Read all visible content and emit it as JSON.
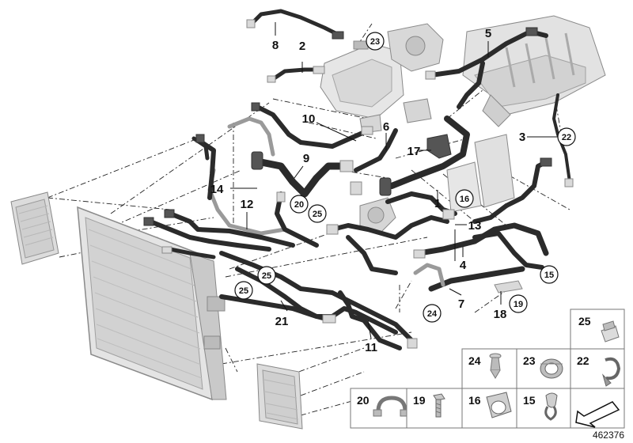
{
  "diagram_id": "462376",
  "callouts": {
    "c1": "1",
    "c2": "2",
    "c3": "3",
    "c4": "4",
    "c5": "5",
    "c6": "6",
    "c7": "7",
    "c8": "8",
    "c9": "9",
    "c10": "10",
    "c11": "11",
    "c12": "12",
    "c13": "13",
    "c14": "14",
    "c15": "15",
    "c16": "16",
    "c17": "17",
    "c18": "18",
    "c19": "19",
    "c20": "20",
    "c21": "21",
    "c22": "22",
    "c23": "23",
    "c24": "24",
    "c25a": "25",
    "c25b": "25",
    "c25c": "25"
  },
  "parts_grid": {
    "g25": "25",
    "g24": "24",
    "g23": "23",
    "g22": "22",
    "g20": "20",
    "g19": "19",
    "g16": "16",
    "g15": "15"
  }
}
